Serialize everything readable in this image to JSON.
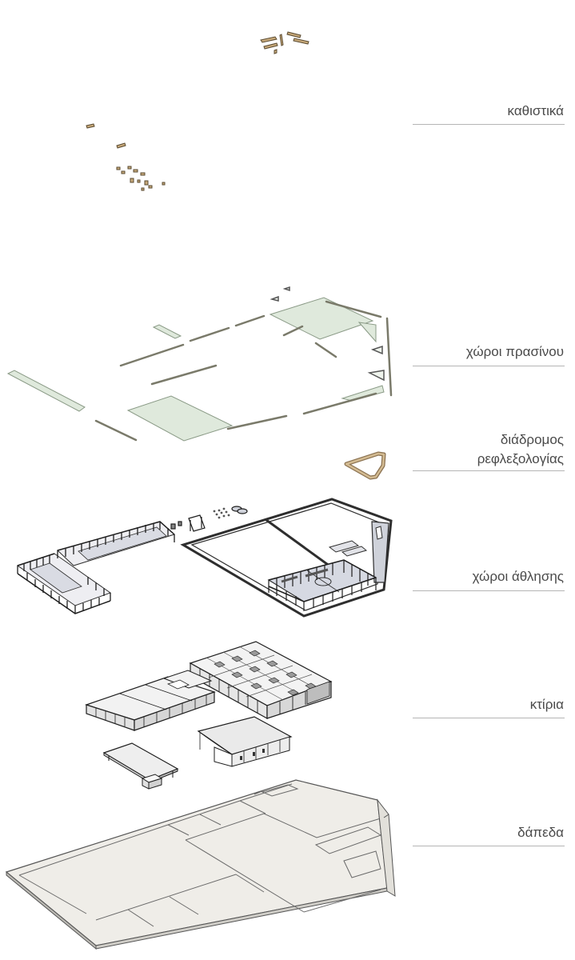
{
  "layers": [
    {
      "id": "seating",
      "label": "καθιστικά"
    },
    {
      "id": "green",
      "label": "χώροι πρασίνου"
    },
    {
      "id": "reflexology",
      "label_line1": "διάδρομος",
      "label_line2": "ρεφλεξολογίας"
    },
    {
      "id": "sports",
      "label": "χώροι άθλησης"
    },
    {
      "id": "buildings",
      "label": "κτίρια"
    },
    {
      "id": "floors",
      "label": "δάπεδα"
    }
  ],
  "colors": {
    "line": "#3a3a3a",
    "green_fill": "#dfe9dc",
    "green_stroke": "#8a9a86",
    "wood": "#b89b70",
    "paving": "#eeece6",
    "court": "#dcdde4",
    "roof": "#f2f2f2",
    "label": "#4a4a4a",
    "rule": "#b5b5b5"
  }
}
